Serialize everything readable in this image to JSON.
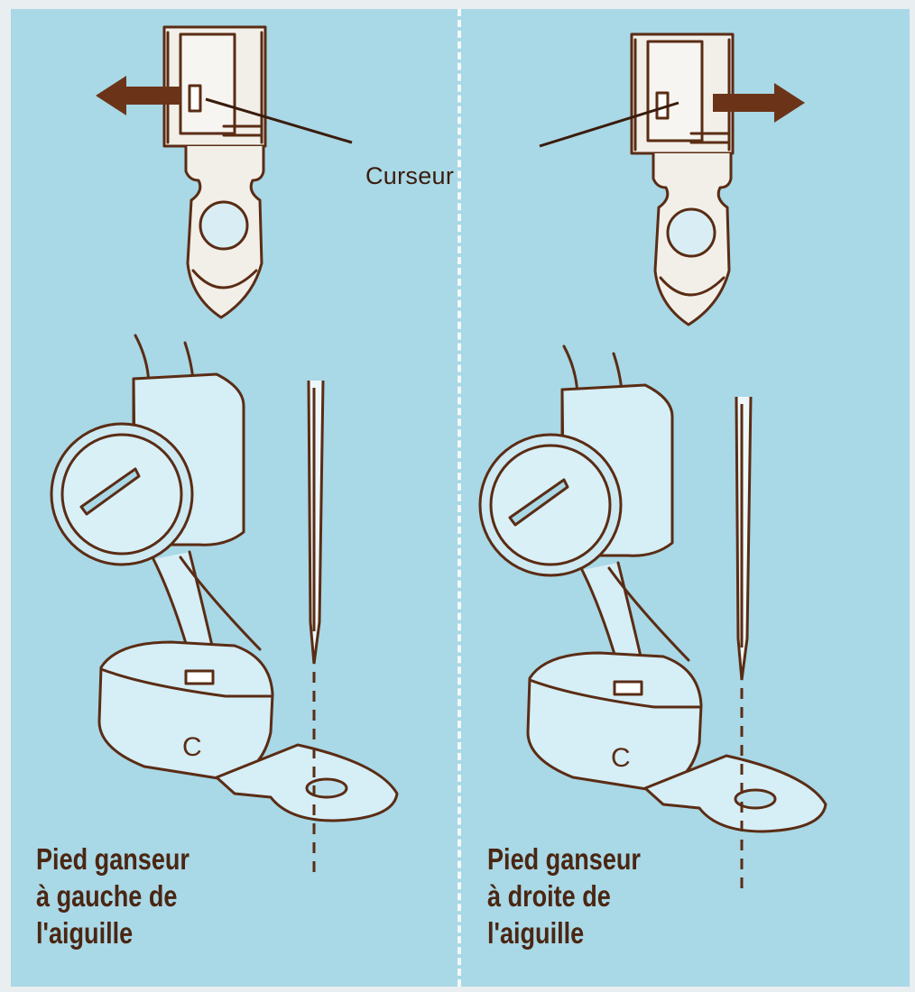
{
  "labels": {
    "cursor": "Curseur",
    "left_caption": [
      "Pied ganseur",
      "à gauche de",
      "l'aiguille"
    ],
    "right_caption": [
      "Pied ganseur",
      "à droite de",
      "l'aiguille"
    ]
  },
  "colors": {
    "background": "#a9d8e6",
    "ink": "#5a2c14",
    "arrow": "#6b3418",
    "divider": "#f4f8f9"
  },
  "icons": {
    "left_arrow": "arrow-left-icon",
    "right_arrow": "arrow-right-icon"
  }
}
